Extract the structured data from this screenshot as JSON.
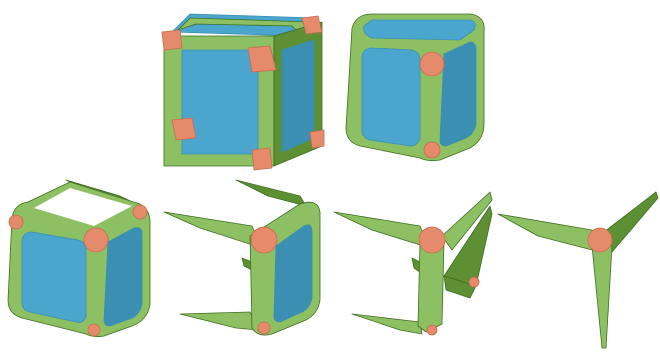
{
  "colors": {
    "background": "#ffffff",
    "face_blue": "#4aa6cc",
    "face_blue_dark": "#3b8fb3",
    "edge_green": "#8cc063",
    "edge_green_dark": "#5d8f33",
    "corner_orange": "#e58a6a",
    "corner_orange_dark": "#c86a4e",
    "outline": "#3f6e22"
  },
  "panels": [
    {
      "id": "sharp-cube",
      "kind": "cube",
      "rounded": false,
      "removed_faces": 0
    },
    {
      "id": "rounded-cube",
      "kind": "cube",
      "rounded": true,
      "removed_faces": 0
    },
    {
      "id": "cube-without-top",
      "kind": "cube",
      "rounded": true,
      "removed_faces": 1
    },
    {
      "id": "cube-front-removed",
      "kind": "cube",
      "rounded": true,
      "removed_faces": 2
    },
    {
      "id": "cube-edges-only",
      "kind": "cube",
      "rounded": true,
      "removed_faces": 3
    },
    {
      "id": "corner-edge-star",
      "kind": "star",
      "rounded": true,
      "removed_faces": 6
    }
  ]
}
